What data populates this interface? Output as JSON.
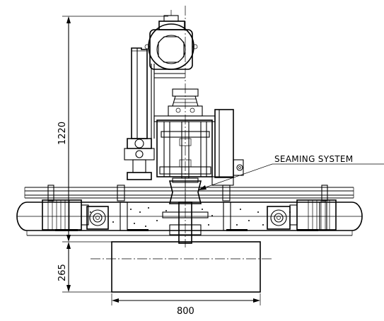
{
  "drawing": {
    "dimensions": {
      "height_total": "1220",
      "height_base": "265",
      "width_base": "800"
    },
    "callouts": {
      "seaming_system": "SEAMING SYSTEM"
    }
  }
}
